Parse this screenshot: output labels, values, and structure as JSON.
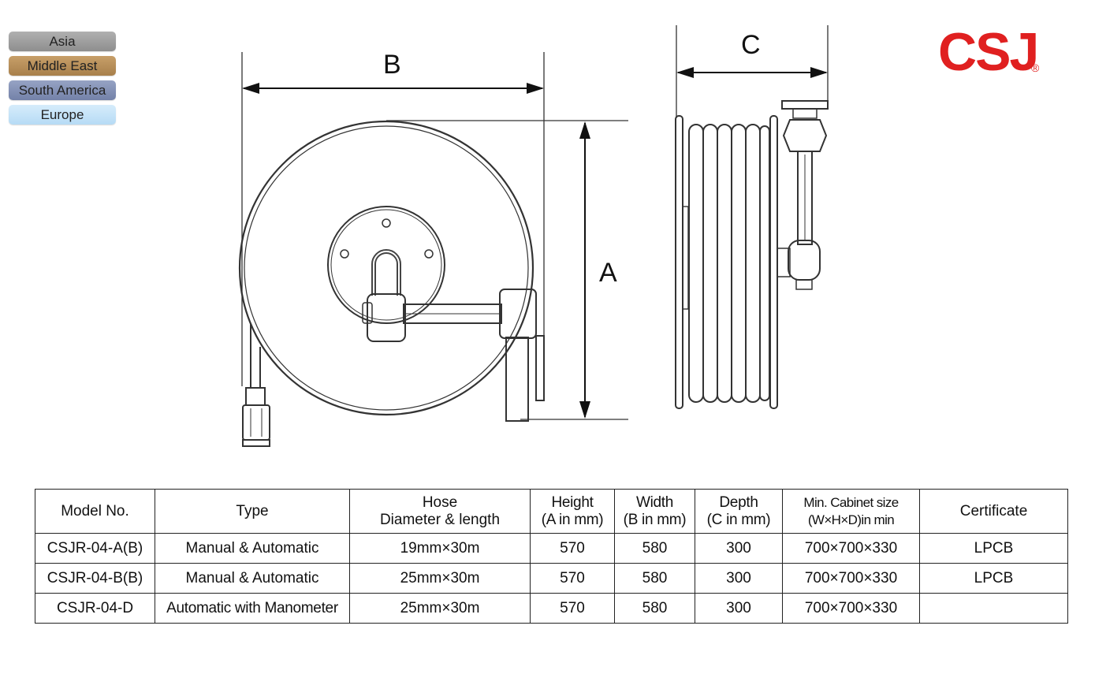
{
  "regions": [
    "Asia",
    "Middle East",
    "South America",
    "Europe"
  ],
  "logo": {
    "text": "CSJ",
    "registered": "®"
  },
  "dimensions": {
    "a": "A",
    "b": "B",
    "c": "C"
  },
  "table": {
    "headers": [
      [
        "Model No."
      ],
      [
        "Type"
      ],
      [
        "Hose",
        "Diameter & length"
      ],
      [
        "Height",
        "(A in mm)"
      ],
      [
        "Width",
        "(B in mm)"
      ],
      [
        "Depth",
        "(C in mm)"
      ],
      [
        "Min. Cabinet size",
        "(W×H×D)in min"
      ],
      [
        "Certificate"
      ]
    ],
    "rows": [
      [
        "CSJR-04-A(B)",
        "Manual & Automatic",
        "19mm×30m",
        "570",
        "580",
        "300",
        "700×700×330",
        "LPCB"
      ],
      [
        "CSJR-04-B(B)",
        "Manual & Automatic",
        "25mm×30m",
        "570",
        "580",
        "300",
        "700×700×330",
        "LPCB"
      ],
      [
        "CSJR-04-D",
        "Automatic with Manometer",
        "25mm×30m",
        "570",
        "580",
        "300",
        "700×700×330",
        ""
      ]
    ]
  }
}
